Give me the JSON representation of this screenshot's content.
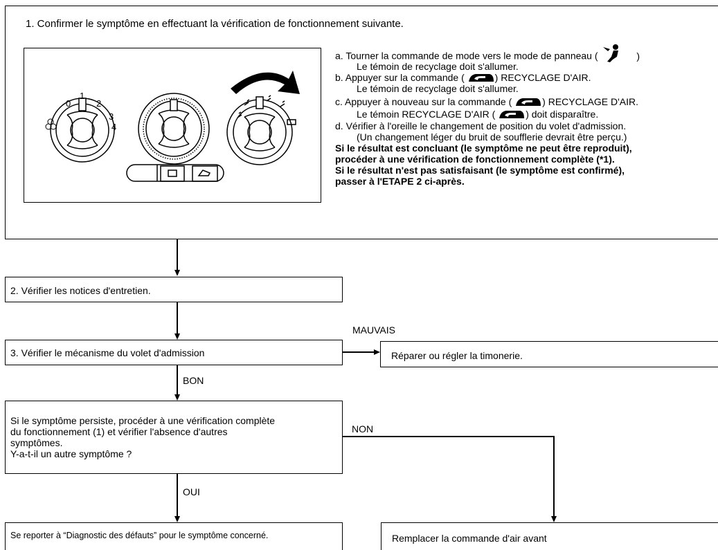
{
  "step1": {
    "title": "1.   Confirmer le symptôme en effectuant la vérification de fonctionnement suivante.",
    "panel_labels": {
      "fan0": "0",
      "fan1": "1",
      "fan2": "2",
      "fan3": "3",
      "fan4": "4"
    },
    "instructions": {
      "a1_prefix": "a.   Tourner la commande de mode vers le mode de panneau (",
      "a1_suffix": ")",
      "a2": "Le témoin de recyclage doit s'allumer.",
      "b1_prefix": "b.   Appuyer sur la commande (",
      "b1_suffix": ") RECYCLAGE D'AIR.",
      "b2": "Le témoin de recyclage doit s'allumer.",
      "c1_prefix": "c.   Appuyer à nouveau sur la commande (",
      "c1_suffix": ") RECYCLAGE D'AIR.",
      "c2_prefix": "Le témoin RECYCLAGE D'AIR (",
      "c2_suffix": ") doit disparaître.",
      "d1": "d.   Vérifier à l'oreille le changement de position du volet d'admission.",
      "d2": "(Un changement léger du bruit de soufflerie devrait être perçu.)",
      "bold1": "Si le résultat est concluant (le symptôme ne peut être reproduit),",
      "bold2": "procéder à une vérification de fonctionnement complète (*1).",
      "bold3": "Si le résultat n'est pas satisfaisant (le symptôme est confirmé),",
      "bold4": "passer à l'ETAPE 2 ci-après."
    }
  },
  "step2": {
    "text": "2.   Vérifier les notices d'entretien."
  },
  "step3": {
    "text": "3.   Vérifier le mécanisme du volet d'admission"
  },
  "mauvais_label": "MAUVAIS",
  "repair": {
    "text": "Réparer ou régler la timonerie."
  },
  "bon_label": "BON",
  "step4": {
    "line1": "Si le symptôme persiste, procéder à une vérification complète",
    "line2": "du fonctionnement (1) et vérifier l'absence d'autres",
    "line3": "symptômes.",
    "line4": "Y-a-t-il un autre symptôme ?"
  },
  "non_label": "NON",
  "oui_label": "OUI",
  "refer": {
    "text": "Se reporter à “Diagnostic des défauts” pour le symptôme concerné."
  },
  "replace": {
    "text": "Remplacer la commande d'air avant"
  }
}
